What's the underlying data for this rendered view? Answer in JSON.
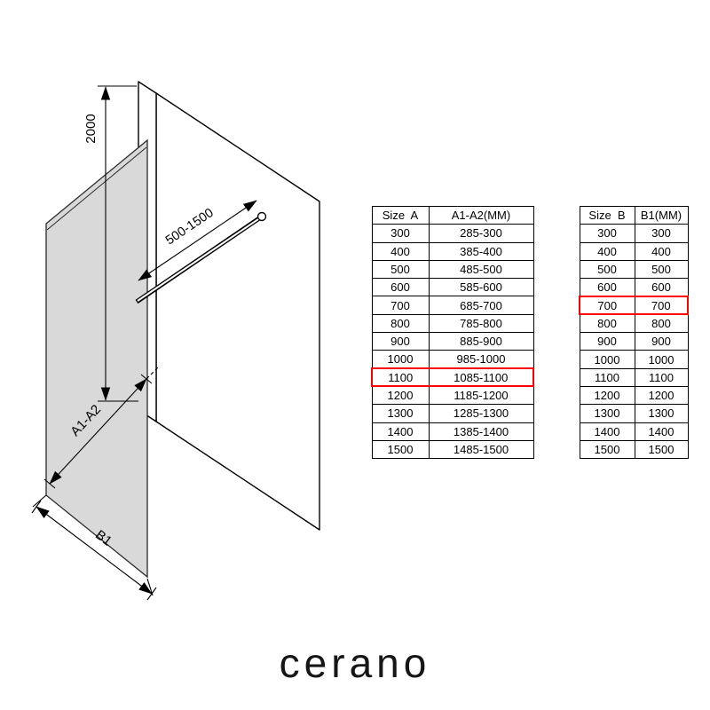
{
  "diagram": {
    "height_label": "2000",
    "bar_label": "500-1500",
    "width_label": "A1-A2",
    "bottom_label": "B1"
  },
  "tables": [
    {
      "name": "size-a",
      "headers": [
        "Size  A",
        "A1-A2(MM)"
      ],
      "rows": [
        [
          "300",
          "285-300"
        ],
        [
          "400",
          "385-400"
        ],
        [
          "500",
          "485-500"
        ],
        [
          "600",
          "585-600"
        ],
        [
          "700",
          "685-700"
        ],
        [
          "800",
          "785-800"
        ],
        [
          "900",
          "885-900"
        ],
        [
          "1000",
          "985-1000"
        ],
        [
          "1100",
          "1085-1100"
        ],
        [
          "1200",
          "1185-1200"
        ],
        [
          "1300",
          "1285-1300"
        ],
        [
          "1400",
          "1385-1400"
        ],
        [
          "1500",
          "1485-1500"
        ]
      ],
      "highlight_row": 8
    },
    {
      "name": "size-b",
      "headers": [
        "Size  B",
        "B1(MM)"
      ],
      "rows": [
        [
          "300",
          "300"
        ],
        [
          "400",
          "400"
        ],
        [
          "500",
          "500"
        ],
        [
          "600",
          "600"
        ],
        [
          "700",
          "700"
        ],
        [
          "800",
          "800"
        ],
        [
          "900",
          "900"
        ],
        [
          "1000",
          "1000"
        ],
        [
          "1100",
          "1100"
        ],
        [
          "1200",
          "1200"
        ],
        [
          "1300",
          "1300"
        ],
        [
          "1400",
          "1400"
        ],
        [
          "1500",
          "1500"
        ]
      ],
      "highlight_row": 4
    }
  ],
  "brand": "cerano",
  "colors": {
    "highlight": "#ff0000",
    "glass_fill": "#d9d9d9",
    "line": "#000000"
  }
}
